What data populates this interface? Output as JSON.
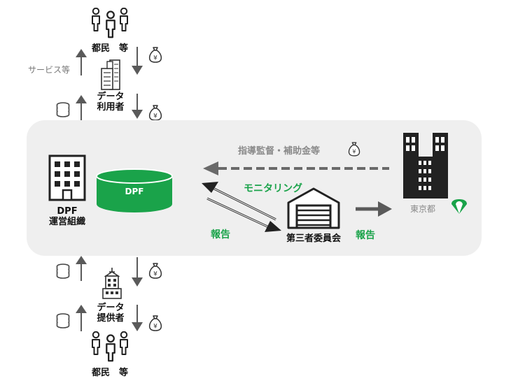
{
  "top": {
    "citizens_label": "都民　等",
    "service_label": "サービス等",
    "data_user_label_1": "データ",
    "data_user_label_2": "利用者"
  },
  "panel": {
    "dpf_org_label_1": "DPF",
    "dpf_org_label_2": "運営組織",
    "dpf_db_label": "DPF",
    "guidance_label": "指導監督・補助金等",
    "monitoring_label": "モニタリング",
    "report_label_left": "報告",
    "third_party_label": "第三者委員会",
    "report_label_right": "報告",
    "tokyo_label": "東京都"
  },
  "bottom": {
    "data_provider_label_1": "データ",
    "data_provider_label_2": "提供者",
    "citizens_label": "都民　等"
  },
  "colors": {
    "green": "#1aa34a",
    "arrow_gray": "#5a5a5a",
    "light_gray": "#8a8a8a",
    "panel_bg": "#efefef"
  },
  "icons": [
    "people-icon",
    "building-icon",
    "database-icon",
    "money-bag-icon",
    "garage-icon",
    "tokyo-logo-icon"
  ]
}
